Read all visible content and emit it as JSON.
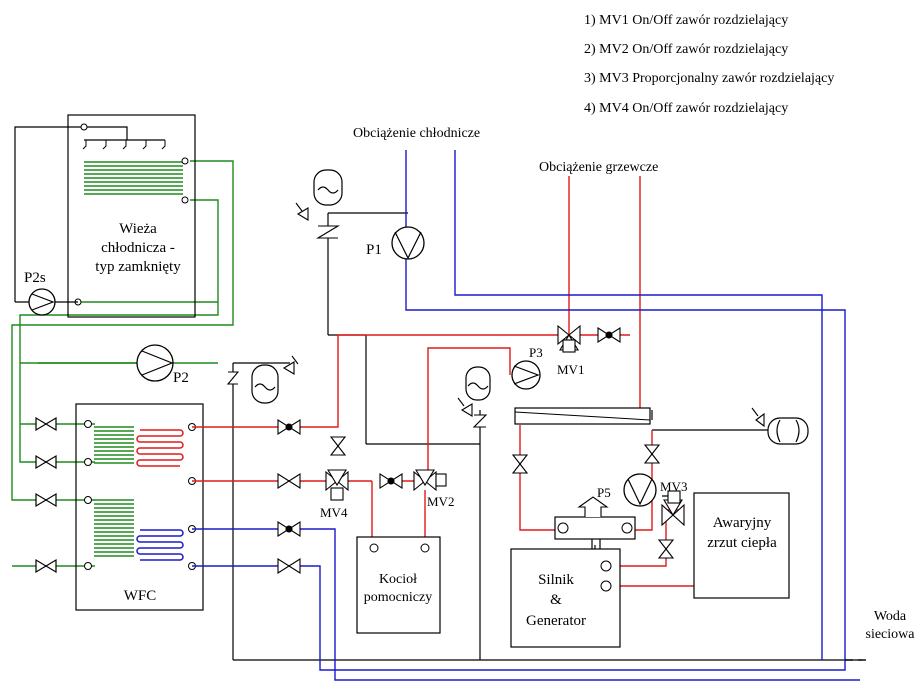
{
  "legend": {
    "item1": "1) MV1 On/Off zawór rozdzielający",
    "item2": "2) MV2 On/Off zawór rozdzielający",
    "item3": "3) MV3 Proporcjonalny zawór rozdzielający",
    "item4": "4) MV4 On/Off zawór rozdzielający"
  },
  "labels": {
    "cooling_load": "Obciążenie chłodnicze",
    "heating_load": "Obciążenie grzewcze",
    "tower_line1": "Wieża",
    "tower_line2": "chłodnicza -",
    "tower_line3": "typ zamknięty",
    "p2s": "P2s",
    "p1": "P1",
    "p2": "P2",
    "p3": "P3",
    "p5": "P5",
    "mv1": "MV1",
    "mv2": "MV2",
    "mv3": "MV3",
    "mv4": "MV4",
    "wfc": "WFC",
    "boiler_line1": "Kocioł",
    "boiler_line2": "pomocniczy",
    "engine_line1": "Silnik",
    "engine_line2": "&",
    "engine_line3": "Generator",
    "dump_line1": "Awaryjny",
    "dump_line2": "zrzut ciepła",
    "water_line1": "Woda",
    "water_line2": "sieciowa"
  },
  "colors": {
    "cooling_water": "#1a1acc",
    "heating_water": "#e01a1a",
    "tower_loop": "#1e8c1e",
    "equipment": "#000000"
  }
}
